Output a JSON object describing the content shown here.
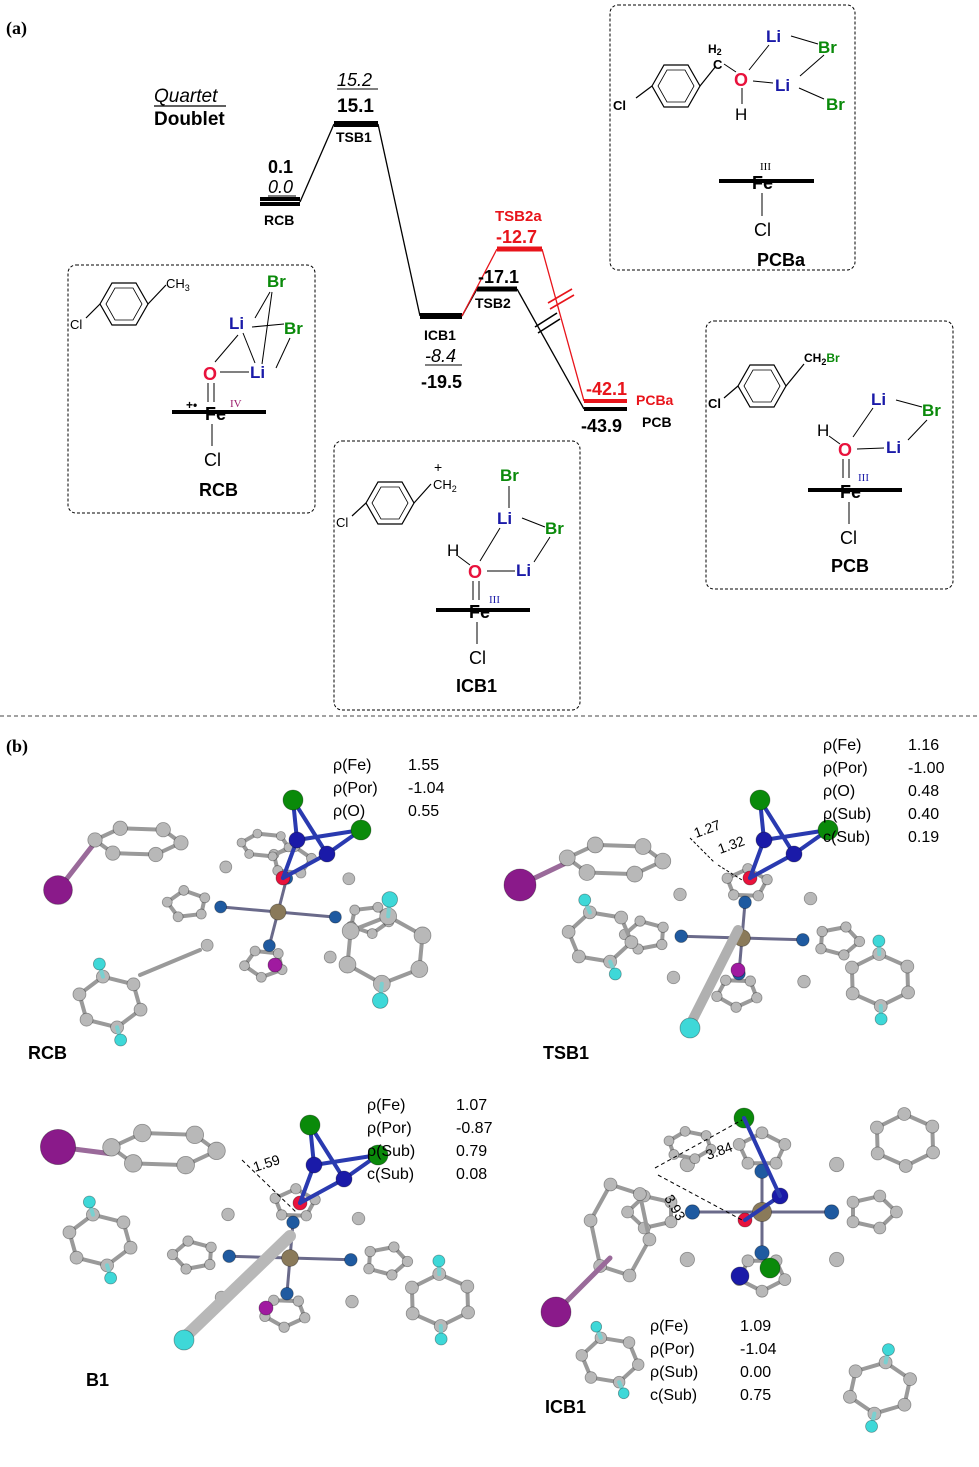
{
  "panel_a": {
    "label": "(a)",
    "legend": {
      "quartet": "Quartet",
      "doublet": "Doublet"
    },
    "levels": [
      {
        "id": "RCB",
        "name": "RCB",
        "doublet": "0.1",
        "quartet": "0.0"
      },
      {
        "id": "TSB1",
        "name": "TSB1",
        "doublet": "15.1",
        "quartet": "15.2"
      },
      {
        "id": "ICB1",
        "name": "ICB1",
        "doublet": "-19.5",
        "quartet": "-8.4"
      },
      {
        "id": "TSB2",
        "name": "TSB2",
        "doublet": "-17.1"
      },
      {
        "id": "TSB2a",
        "name": "TSB2a",
        "doublet": "-12.7"
      },
      {
        "id": "PCB",
        "name": "PCB",
        "doublet": "-43.9"
      },
      {
        "id": "PCBa",
        "name": "PCBa",
        "doublet": "-42.1"
      }
    ],
    "red_color": "#e8141b",
    "structures": {
      "RCB": {
        "title": "RCB",
        "ring_sub": "CH",
        "ring_sub_n": "3",
        "br1": "Br",
        "br2": "Br",
        "li1": "Li",
        "li2": "Li",
        "o": "O",
        "fe": "Fe",
        "ox": "IV",
        "cl": "Cl",
        "aryl_cl": "Cl",
        "radical": "+•"
      },
      "ICB1": {
        "title": "ICB1",
        "ring_sub": "CH",
        "ring_sub_n": "2",
        "plus": "+",
        "br1": "Br",
        "br2": "Br",
        "li1": "Li",
        "li2": "Li",
        "h": "H",
        "o": "O",
        "fe": "Fe",
        "ox": "III",
        "cl": "Cl",
        "aryl_cl": "Cl"
      },
      "PCB": {
        "title": "PCB",
        "ring_sub": "CH",
        "ring_sub_n": "2",
        "ring_br": "Br",
        "br1": "Br",
        "li1": "Li",
        "li2": "Li",
        "h": "H",
        "o": "O",
        "fe": "Fe",
        "ox": "III",
        "cl": "Cl",
        "aryl_cl": "Cl"
      },
      "PCBa": {
        "title": "PCBa",
        "h2": "H",
        "h2n": "2",
        "c": "C",
        "br1": "Br",
        "br2": "Br",
        "li1": "Li",
        "li2": "Li",
        "h": "H",
        "o": "O",
        "fe": "Fe",
        "ox": "III",
        "cl": "Cl",
        "aryl_cl": "Cl"
      }
    }
  },
  "panel_b": {
    "label": "(b)",
    "colors": {
      "carbon": "#b8b8b8",
      "nitrogen": "#1f5aa0",
      "fluorine": "#3ed8d8",
      "oxygen": "#e8123c",
      "bromine": "#0a8a0a",
      "lithium": "#1a1aa8",
      "chlorine_ar": "#8a1a8a",
      "iron": "#8a7a5a",
      "chlorine_fe": "#a01aa0"
    },
    "geometries": [
      {
        "title": "RCB",
        "props": [
          [
            "ρ(Fe)",
            "1.55"
          ],
          [
            "ρ(Por)",
            "-1.04"
          ],
          [
            "ρ(O)",
            "0.55"
          ]
        ]
      },
      {
        "title": "TSB1",
        "props": [
          [
            "ρ(Fe)",
            "1.16"
          ],
          [
            "ρ(Por)",
            "-1.00"
          ],
          [
            "ρ(O)",
            "0.48"
          ],
          [
            "ρ(Sub)",
            "0.40"
          ],
          [
            "c(Sub)",
            "0.19"
          ]
        ],
        "distances": [
          "1.27",
          "1.32"
        ]
      },
      {
        "title": "B1",
        "props": [
          [
            "ρ(Fe)",
            "1.07"
          ],
          [
            "ρ(Por)",
            "-0.87"
          ],
          [
            "ρ(Sub)",
            "0.79"
          ],
          [
            "c(Sub)",
            "0.08"
          ]
        ],
        "distances": [
          "1.59"
        ]
      },
      {
        "title": "ICB1",
        "props": [
          [
            "ρ(Fe)",
            "1.09"
          ],
          [
            "ρ(Por)",
            "-1.04"
          ],
          [
            "ρ(Sub)",
            "0.00"
          ],
          [
            "c(Sub)",
            "0.75"
          ]
        ],
        "distances": [
          "3.84",
          "3.93"
        ]
      }
    ]
  }
}
